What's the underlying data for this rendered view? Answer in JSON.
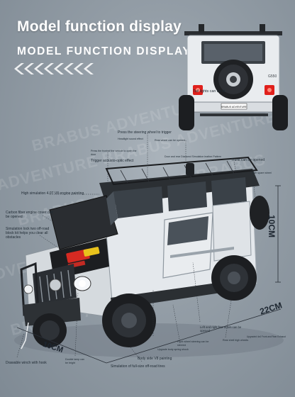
{
  "heading": {
    "title": "Model function display",
    "subtitle": "MODEL FUNCTION DISPLAY"
  },
  "labels": {
    "tail_lights": "Tail lights can be lit",
    "steering": "Press the steering wheel to trigger",
    "headlight_sound": "Headlight sound effect",
    "rear_wheel": "Rear wheel can be opened",
    "front_wheel_open": "Press the front of the vehicle to open the door",
    "trigger_light": "Trigger acousto-optic effect",
    "doors_diamond": "Door and rear Diamond Simulation leather Pattern",
    "trunk": "Trunk can be opened",
    "rim_wheel": "Rim spare wheel",
    "engine": "High simulation 4.0T V8 engine painting",
    "hood_cover": "Carbon fiber engine cover can be opened",
    "block_kit": "Simulation lock two off-road block kit helps you clear all obstacles",
    "tow_hook": "Drawable winch with hook",
    "double_lamp": "Double lamp can be bright",
    "bodyside": "Body side V8 painting",
    "offroad_tires": "Simulation of full-size off-road tires",
    "doors_open": "Left and right four doors can be opened",
    "front_wheel_steer": "Front wheel steering can be steered",
    "shock": "Upgrade body spring shock",
    "wheels": "Rear shell high wheels",
    "exhaust": "Upgraded 4x4 Front and Rear Exhaust"
  },
  "dimensions": {
    "height": "10CM",
    "length": "22CM",
    "width": "10CM"
  },
  "plate_text": "BRABUS ADVENTURE",
  "rear_badge": "G550",
  "colors": {
    "background": "#939da6",
    "body": "#e9ecef",
    "accent_red": "#e0201c",
    "engine_red": "#d62a22",
    "engine_yellow": "#e8c21c",
    "tire": "#1c1e21"
  }
}
